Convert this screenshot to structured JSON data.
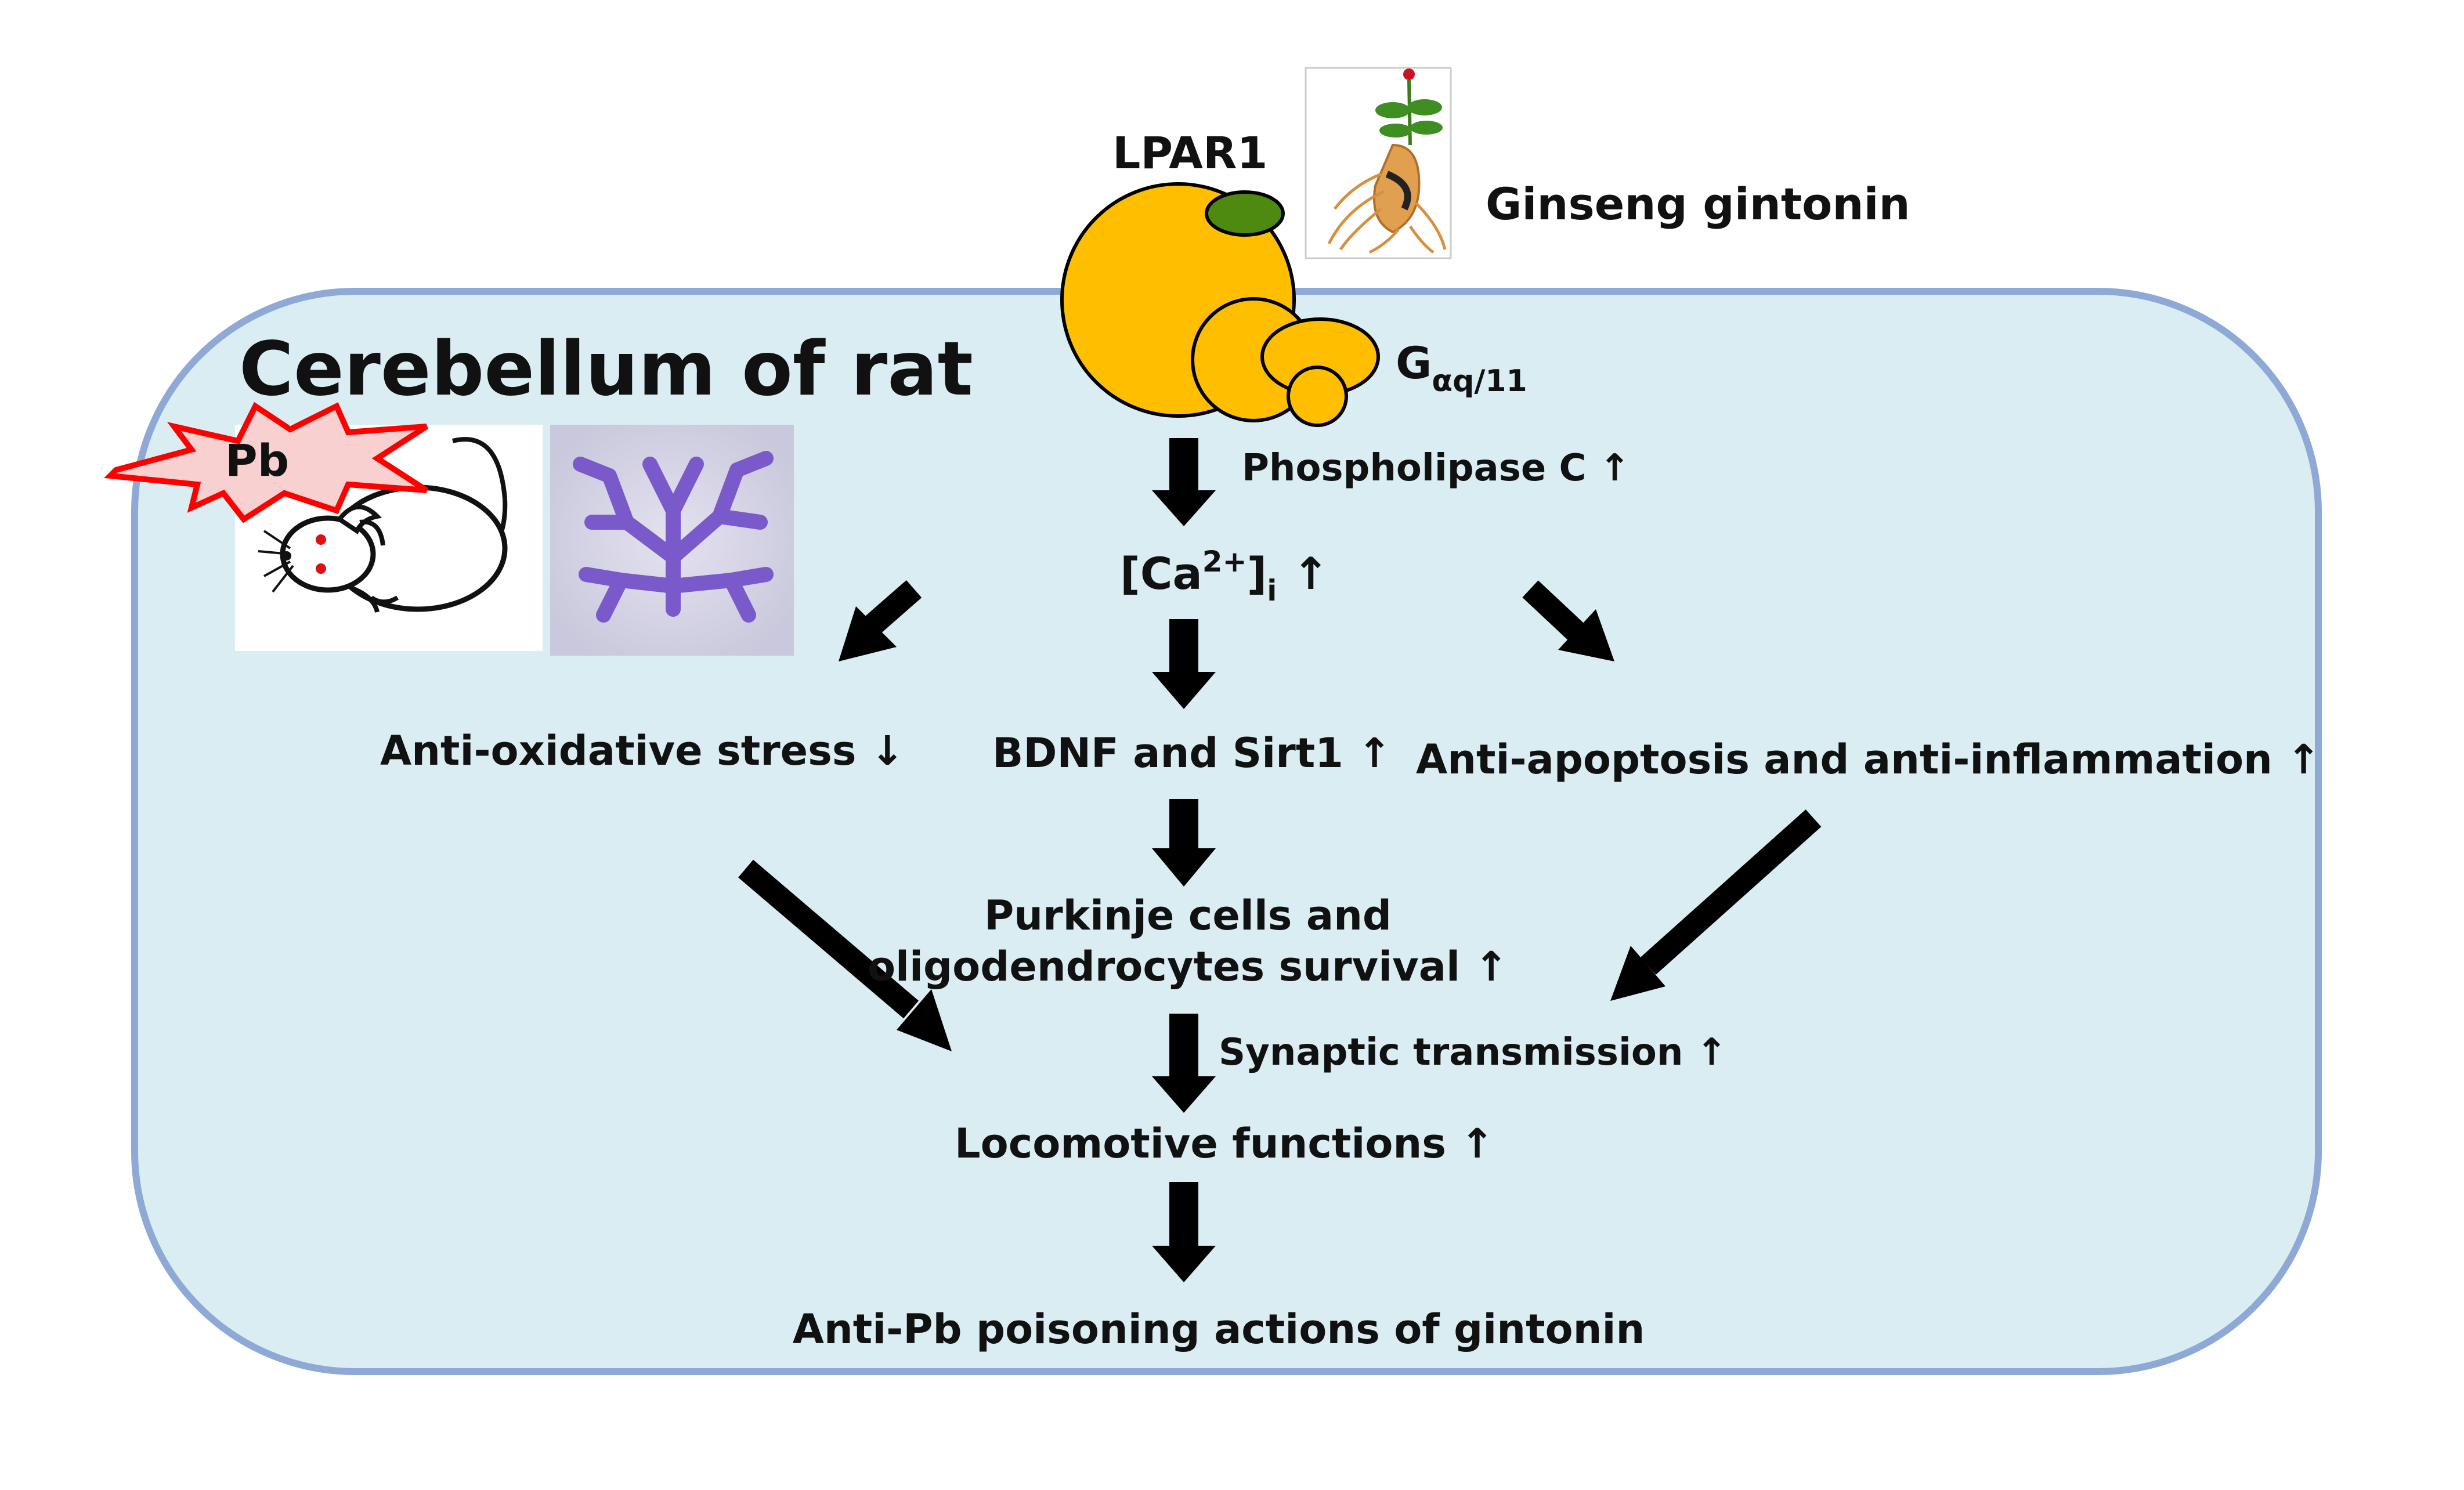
{
  "diagram": {
    "region_label": "Cerebellum of rat",
    "toxin_label": "Pb",
    "receptor_label": "LPAR1",
    "ligand_label": "Ginseng gintonin",
    "gprotein_label": {
      "base": "G",
      "subscript": "αq/11"
    },
    "step_plc": "Phospholipase C ↑",
    "step_calcium": {
      "prefix": "[Ca",
      "sup": "2+",
      "mid": "]",
      "sub": "i",
      "suffix": " ↑"
    },
    "left_branch": "Anti-oxidative stress ↓",
    "center_branch": "BDNF and Sirt1 ↑",
    "right_branch": "Anti-apoptosis and anti-inflammation ↑",
    "survival_line1": "Purkinje cells and",
    "survival_line2": "oligodendrocytes survival ↑",
    "synaptic": "Synaptic transmission ↑",
    "locomotive": "Locomotive functions ↑",
    "outcome": "Anti-Pb poisoning actions of gintonin"
  },
  "colors": {
    "cell_fill": "#daedf3",
    "cell_stroke": "#8ea9d6",
    "receptor_fill": "#ffbe00",
    "receptor_stroke": "#000000",
    "ligand_fill": "#4e8a10",
    "pb_burst_fill": "#f8d0d0",
    "pb_burst_stroke": "#ff0000",
    "stain_purple": "#7a5acb",
    "arrow": "#000000"
  },
  "icons": [
    "rat-icon",
    "cerebellum-section-image",
    "ginseng-root-image",
    "pb-burst-icon"
  ]
}
